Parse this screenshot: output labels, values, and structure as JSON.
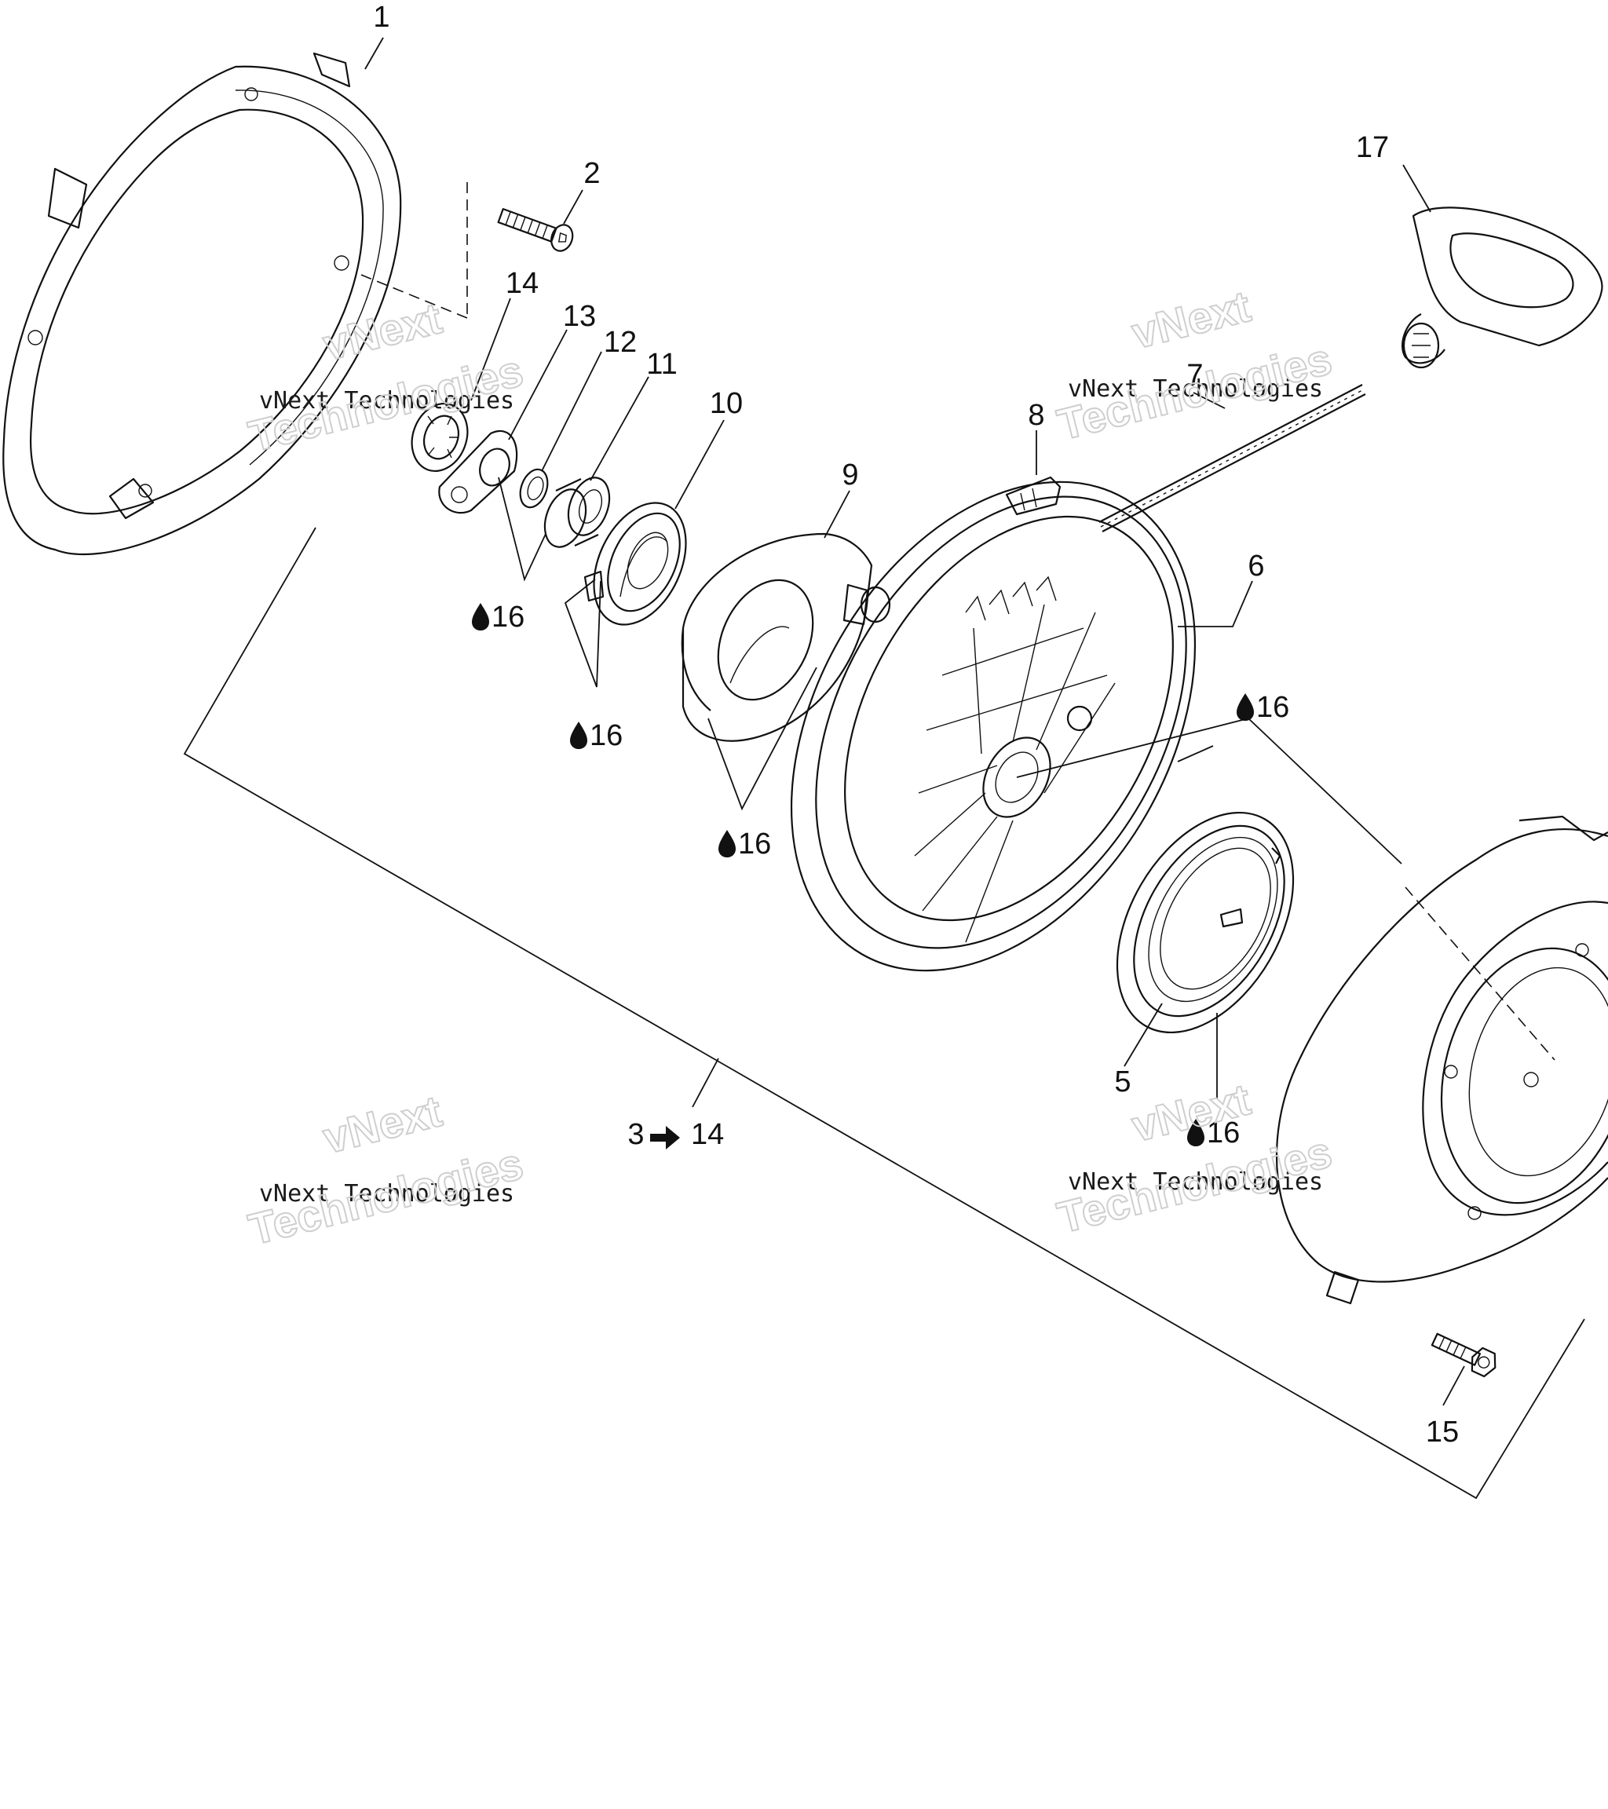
{
  "callouts": [
    {
      "label": "1"
    },
    {
      "label": "2"
    },
    {
      "label": "14"
    },
    {
      "label": "13"
    },
    {
      "label": "12"
    },
    {
      "label": "11"
    },
    {
      "label": "10"
    },
    {
      "label": "9"
    },
    {
      "label": "8"
    },
    {
      "label": "7"
    },
    {
      "label": "6"
    },
    {
      "label": "17"
    },
    {
      "label": "5"
    },
    {
      "label": "15"
    }
  ],
  "lube_marks": [
    {
      "label": "16"
    },
    {
      "label": "16"
    },
    {
      "label": "16"
    },
    {
      "label": "16"
    },
    {
      "label": "16"
    }
  ],
  "assembly_range": {
    "start": "3",
    "end": "14"
  },
  "watermark": {
    "line_top": "vNext",
    "line_middle": "vNext Technologies",
    "line_bottom": "Technologies"
  }
}
